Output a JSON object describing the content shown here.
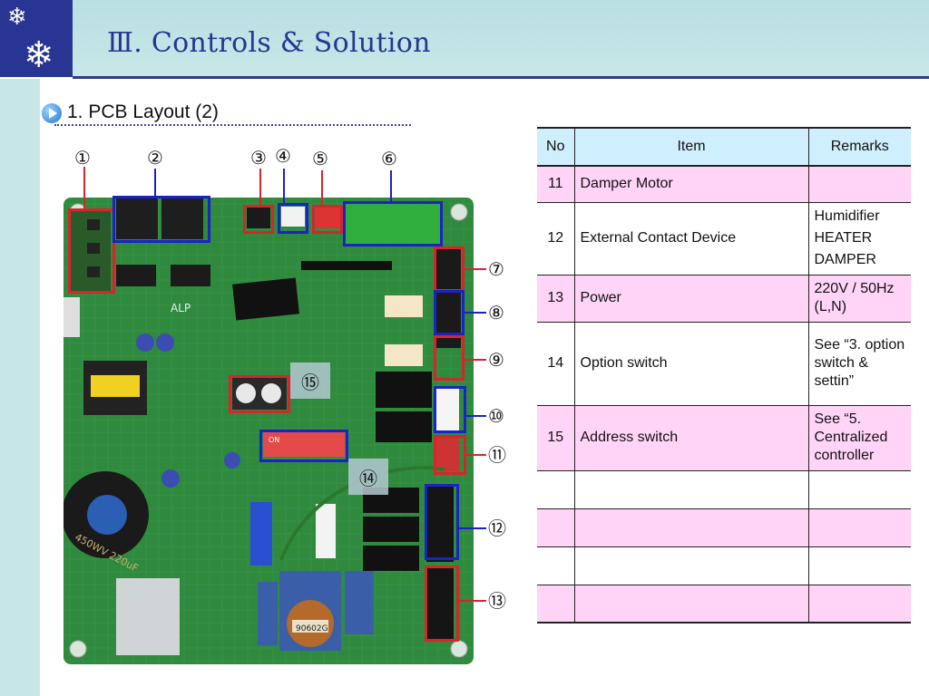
{
  "header": {
    "title": "Ⅲ. Controls & Solution",
    "logo_glyph": "❄"
  },
  "section": {
    "title": "1. PCB Layout (2)"
  },
  "callouts": {
    "n1": "①",
    "n2": "②",
    "n3": "③",
    "n4": "④",
    "n5": "⑤",
    "n6": "⑥",
    "n7": "⑦",
    "n8": "⑧",
    "n9": "⑨",
    "n10": "⑩",
    "n11": "⑪",
    "n12": "⑫",
    "n13": "⑬",
    "n14": "⑭",
    "n15": "⑮"
  },
  "board_labels": {
    "chip": "ALP",
    "coil": "90602G",
    "cap": "450WV 220uF",
    "switch_on": "ON"
  },
  "table": {
    "headers": {
      "no": "No",
      "item": "Item",
      "remarks": "Remarks"
    },
    "rows": [
      {
        "no": "11",
        "item": "Damper Motor",
        "remarks": ""
      },
      {
        "no": "12",
        "item": "External Contact Device",
        "remarks": "Humidifier\nHEATER\nDAMPER"
      },
      {
        "no": "13",
        "item": "Power",
        "remarks": "220V / 50Hz (L,N)"
      },
      {
        "no": "14",
        "item": "Option switch",
        "remarks": "See “3. option switch & settin”"
      },
      {
        "no": "15",
        "item": "Address switch",
        "remarks": "See “5. Centralized controller"
      },
      {
        "no": "",
        "item": "",
        "remarks": ""
      },
      {
        "no": "",
        "item": "",
        "remarks": ""
      },
      {
        "no": "",
        "item": "",
        "remarks": ""
      },
      {
        "no": "",
        "item": "",
        "remarks": ""
      }
    ]
  },
  "colors": {
    "accent_navy": "#283593",
    "header_teal": "#b9dfe2",
    "row_pink": "#ffd4f7",
    "header_blue": "#cfeefe",
    "board_green": "#2f8a3e",
    "highlight_red": "#d8242a",
    "highlight_blue": "#1a22c8"
  }
}
